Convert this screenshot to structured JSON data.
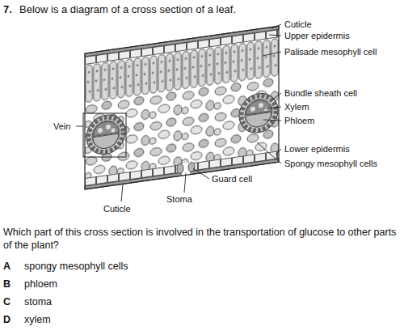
{
  "diagram": {
    "labels": [
      "7.",
      "Below is a diagram of a cross section of a leaf.",
      "Cuticle",
      "Upper epidermis",
      "Palisade mesophyll cell",
      "Vein",
      "Bundle sheath cell",
      "Xylem",
      "Phloem",
      "Lower epidermis",
      "Spongy mesophyll cells",
      "Guard cell",
      "Stoma",
      "Cuticle",
      "Which part of this cross section is involved in the transportation of glucose to other parts of the plant?",
      "A",
      "spongy mesophyll cells",
      "B",
      "phloem",
      "C",
      "stoma",
      "D",
      "xylem"
    ]
  }
}
